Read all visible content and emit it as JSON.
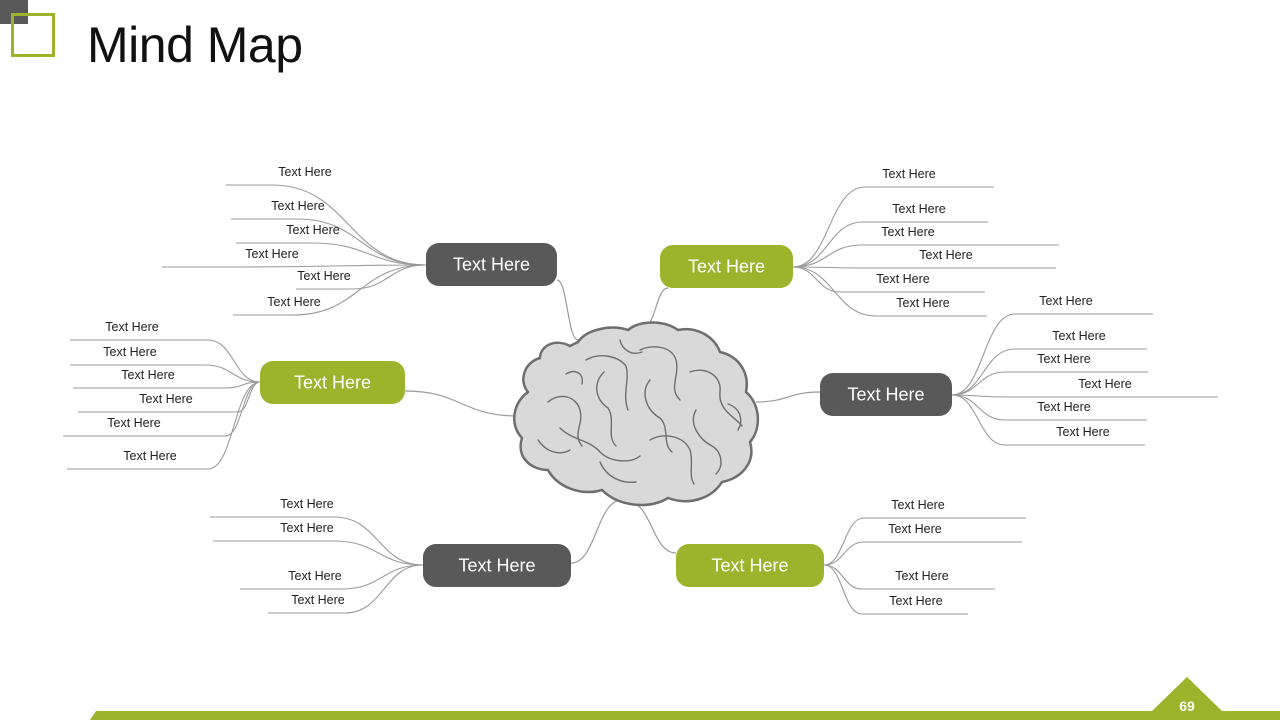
{
  "title": "Mind Map",
  "page_number": "69",
  "colors": {
    "green": "#9cb42b",
    "dark": "#595959",
    "brain_fill": "#d9d9d9",
    "brain_stroke": "#6e6e6e",
    "line": "#9b9b9b"
  },
  "nodes": [
    {
      "id": "top-left",
      "label": "Text Here",
      "color": "dark",
      "leaves": [
        "Text Here",
        "Text Here",
        "Text Here",
        "Text Here",
        "Text Here",
        "Text Here"
      ]
    },
    {
      "id": "top-right",
      "label": "Text Here",
      "color": "green",
      "leaves": [
        "Text Here",
        "Text Here",
        "Text Here",
        "Text Here",
        "Text Here",
        "Text Here"
      ]
    },
    {
      "id": "mid-left",
      "label": "Text Here",
      "color": "green",
      "leaves": [
        "Text Here",
        "Text Here",
        "Text Here",
        "Text Here",
        "Text Here",
        "Text Here"
      ]
    },
    {
      "id": "mid-right",
      "label": "Text Here",
      "color": "dark",
      "leaves": [
        "Text Here",
        "Text Here",
        "Text Here",
        "Text Here",
        "Text Here",
        "Text Here"
      ]
    },
    {
      "id": "bottom-left",
      "label": "Text Here",
      "color": "dark",
      "leaves": [
        "Text Here",
        "Text Here",
        "Text Here",
        "Text Here"
      ]
    },
    {
      "id": "bottom-right",
      "label": "Text Here",
      "color": "green",
      "leaves": [
        "Text Here",
        "Text Here",
        "Text Here",
        "Text Here"
      ]
    }
  ]
}
